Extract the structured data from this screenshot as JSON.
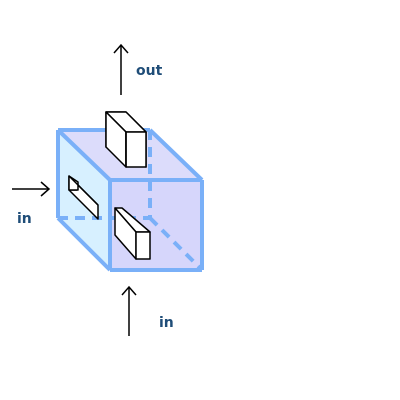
{
  "diagram": {
    "labels": {
      "out_top": "out",
      "in_left": "in",
      "in_bottom": "in"
    },
    "colors": {
      "edge": "#7ab0f8",
      "left_face": "#d7f0ff",
      "top_face": "#dcdcfb",
      "front_face": "#d6d6fb",
      "arrow": "#000000",
      "label": "#1f4d78"
    }
  }
}
